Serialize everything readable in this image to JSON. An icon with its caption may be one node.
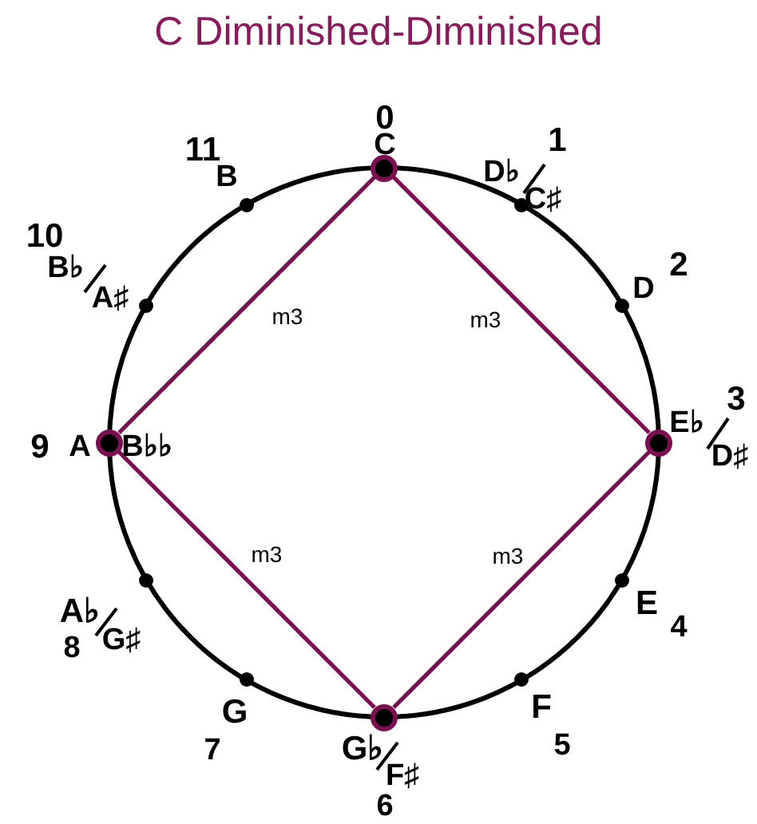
{
  "diagram": {
    "title": "C Diminished-Diminished",
    "nodes": [
      {
        "text": [],
        "shape": "circle",
        "beside": [
          "0",
          "C"
        ]
      },
      {
        "text": [],
        "shape": "circle",
        "beside": [
          "1",
          "D♭",
          "C♯"
        ]
      },
      {
        "text": [],
        "shape": "circle",
        "beside": [
          "2",
          "D"
        ]
      },
      {
        "text": [],
        "shape": "circle",
        "beside": [
          "3",
          "E♭",
          "D♯"
        ]
      },
      {
        "text": [],
        "shape": "circle",
        "beside": [
          "E",
          "4"
        ]
      },
      {
        "text": [],
        "shape": "circle",
        "beside": [
          "F",
          "5"
        ]
      },
      {
        "text": [],
        "shape": "circle",
        "beside": [
          "G♭",
          "F♯",
          "6"
        ]
      },
      {
        "text": [],
        "shape": "circle",
        "beside": [
          "G",
          "7"
        ]
      },
      {
        "text": [],
        "shape": "circle",
        "beside": [
          "A♭",
          "G♯",
          "8"
        ]
      },
      {
        "text": [],
        "shape": "circle",
        "beside": [
          "9",
          "A",
          "B♭♭"
        ]
      },
      {
        "text": [],
        "shape": "circle",
        "beside": [
          "10",
          "B♭",
          "A♯"
        ]
      },
      {
        "text": [],
        "shape": "circle",
        "beside": [
          "11",
          "B"
        ]
      }
    ],
    "edges": [
      {
        "from": 0,
        "to": 9,
        "arrow": "none",
        "label": "m3"
      },
      {
        "from": 0,
        "to": 3,
        "arrow": "none",
        "label": "m3"
      },
      {
        "from": 9,
        "to": 6,
        "arrow": "none",
        "label": "m3"
      },
      {
        "from": 6,
        "to": 3,
        "arrow": "none",
        "label": "m3"
      }
    ]
  }
}
